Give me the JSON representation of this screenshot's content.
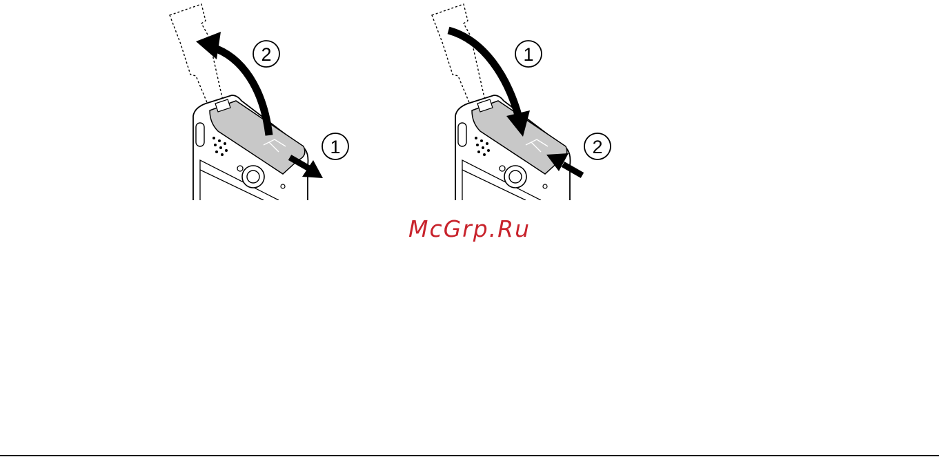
{
  "figures": [
    {
      "name": "open-battery-cover",
      "steps": [
        {
          "number": "1",
          "symbol": "①",
          "action": "slide"
        },
        {
          "number": "2",
          "symbol": "②",
          "action": "lift"
        }
      ]
    },
    {
      "name": "close-battery-cover",
      "steps": [
        {
          "number": "1",
          "symbol": "①",
          "action": "lower"
        },
        {
          "number": "2",
          "symbol": "②",
          "action": "slide"
        }
      ]
    }
  ],
  "watermark": {
    "text": "McGrp.Ru",
    "color": "#c8232c"
  },
  "colors": {
    "cover_fill": "#c8c8c8",
    "line": "#000000"
  }
}
